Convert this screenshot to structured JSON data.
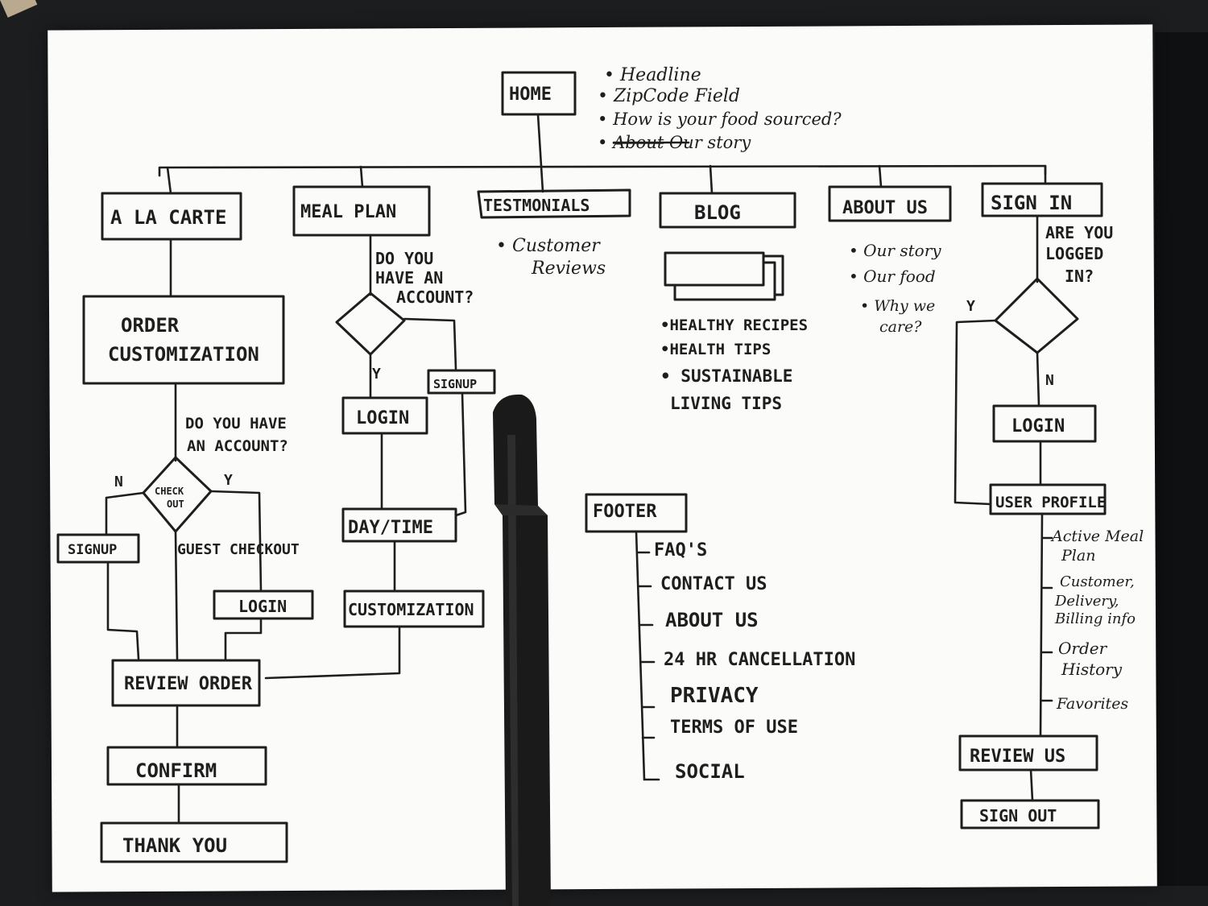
{
  "home": {
    "title": "HOME",
    "bullets": [
      "Headline",
      "ZipCode Field",
      "How is your food sourced?",
      "Our story"
    ],
    "struck": "About"
  },
  "nav": {
    "a_la_carte": "A LA CARTE",
    "meal_plan": "MEAL PLAN",
    "testimonials": "TESTMONIALS",
    "blog": "BLOG",
    "about_us": "ABOUT US",
    "sign_in": "SIGN IN"
  },
  "a_la_carte_flow": {
    "order_customization_1": "ORDER",
    "order_customization_2": "CUSTOMIZATION",
    "question_1": "DO YOU HAVE",
    "question_2": "AN ACCOUNT?",
    "decision_1": "CHECK",
    "decision_2": "OUT",
    "no": "N",
    "yes": "Y",
    "signup": "SIGNUP",
    "guest_checkout": "GUEST CHECKOUT",
    "login": "LOGIN",
    "review_order": "REVIEW ORDER",
    "confirm": "CONFIRM",
    "thank_you": "THANK YOU"
  },
  "meal_plan_flow": {
    "question_1": "DO YOU",
    "question_2": "HAVE AN",
    "question_3": "ACCOUNT?",
    "yes": "Y",
    "signup": "SIGNUP",
    "login": "LOGIN",
    "day_time": "DAY/TIME",
    "customization": "CUSTOMIZATION"
  },
  "testimonials_flow": {
    "bullet_1": "Customer",
    "bullet_2": "Reviews"
  },
  "blog_flow": {
    "bullets": [
      "HEALTHY RECIPES",
      "HEALTH TIPS",
      "SUSTAINABLE",
      "LIVING TIPS"
    ]
  },
  "about_flow": {
    "bullets": [
      "Our story",
      "Our food",
      "Why we",
      "care?"
    ]
  },
  "sign_in_flow": {
    "question_1": "ARE YOU",
    "question_2": "LOGGED",
    "question_3": "IN?",
    "yes": "Y",
    "no": "N",
    "login": "LOGIN",
    "user_profile": "USER PROFILE",
    "profile_items": [
      "Active Meal",
      "Plan",
      "Customer,",
      "Delivery,",
      "Billing info",
      "Order",
      "History",
      "Favorites"
    ],
    "review_us": "REVIEW US",
    "sign_out": "SIGN OUT"
  },
  "footer": {
    "title": "FOOTER",
    "items": [
      "FAQ'S",
      "CONTACT US",
      "ABOUT US",
      "24 HR CANCELLATION",
      "PRIVACY",
      "TERMS OF USE",
      "SOCIAL"
    ]
  }
}
